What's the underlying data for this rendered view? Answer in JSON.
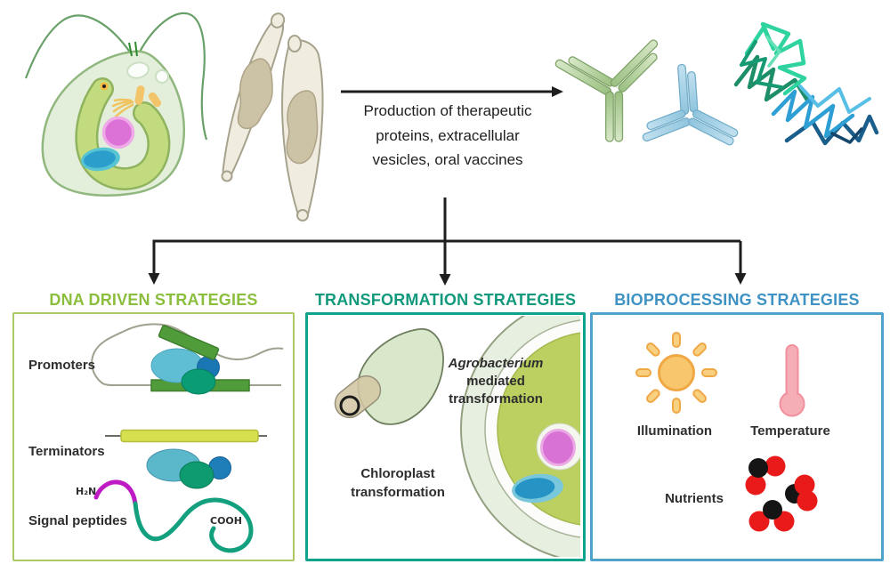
{
  "flow": {
    "production_label_lines": [
      "Production of therapeutic",
      "proteins, extracellular",
      "vesicles, oral vaccines"
    ]
  },
  "icons": {
    "microalga-cell-icon": "green flagellated microalga cell",
    "spindle-cells-icon": "two spindle-shaped microalgae",
    "antibody-green-icon": "green Y-shaped antibody",
    "antibody-blue-icon": "blue Y-shaped antibody",
    "protein-ribbon-green-icon": "green folded protein ribbon",
    "protein-ribbon-blue-icon": "blue folded protein ribbon",
    "leaf-agrobacterium-icon": "leaf with agrobacterium",
    "cell-cross-section-icon": "cell section with chloroplast",
    "sun-icon": "sun",
    "thermometer-icon": "thermometer",
    "nutrient-molecules-icon": "nutrient molecules"
  },
  "boxes": [
    {
      "title": "DNA DRIVEN STRATEGIES",
      "title_color": "#8CBE3E",
      "border_color": "#ABC964",
      "labels": {
        "promoters": "Promoters",
        "terminators": "Terminators",
        "signal_peptides": "Signal peptides",
        "amine": "H₂N",
        "carboxyl": "COOH"
      }
    },
    {
      "title": "TRANSFORMATION STRATEGIES",
      "title_color": "#12997B",
      "border_color": "#0CA48C",
      "labels": {
        "agro_species": "Agrobacterium",
        "agro_method": "mediated transformation",
        "chloroplast_method": "Chloroplast transformation"
      }
    },
    {
      "title": "BIOPROCESSING STRATEGIES",
      "title_color": "#3F93C4",
      "border_color": "#4FA3CB",
      "labels": {
        "illumination": "Illumination",
        "temperature": "Temperature",
        "nutrients": "Nutrients"
      }
    }
  ]
}
